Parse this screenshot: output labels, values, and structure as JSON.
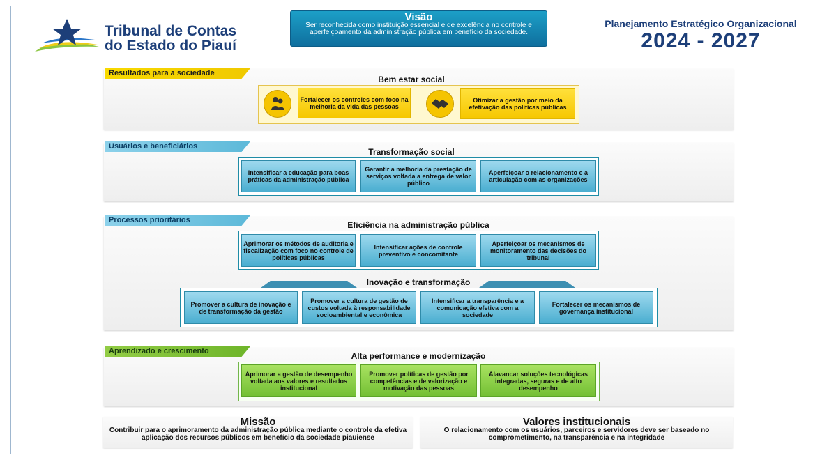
{
  "header": {
    "org_line1": "Tribunal de Contas",
    "org_line2": "do Estado do Piauí",
    "vision_title": "Visão",
    "vision_text": "Ser reconhecida como instituição essencial e de excelência no controle e aperfeiçoamento da administração pública em benefício da sociedade.",
    "plan_title": "Planejamento Estratégico Organizacional",
    "plan_years": "2024 - 2027"
  },
  "sections": {
    "results": {
      "label": "Resultados para a sociedade",
      "title": "Bem estar social",
      "items": [
        "Fortalecer os controles com foco na melhoria da vida das pessoas",
        "Otimizar a gestão por meio da efetivação das políticas públicas"
      ]
    },
    "users": {
      "label": "Usuários e beneficiários",
      "title": "Transformação social",
      "items": [
        "Intensificar a educação para boas práticas da administração pública",
        "Garantir a melhoria da prestação de serviços voltada a entrega de valor público",
        "Aperfeiçoar o relacionamento e a articulação com as organizações"
      ]
    },
    "processes": {
      "label": "Processos prioritários",
      "title": "Eficiência na administração pública",
      "items": [
        "Aprimorar os métodos de auditoria e fiscalização com foco no controle de políticas públicas",
        "Intensificar ações de controle preventivo e concomitante",
        "Aperfeiçoar os mecanismos de monitoramento das decisões do tribunal"
      ],
      "innovation_title": "Inovação e transformação",
      "innovation_items": [
        "Promover a cultura de inovação e de transformação da gestão",
        "Promover a cultura de gestão de custos voltada à responsabilidade socioambiental e econômica",
        "Intensificar a transparência e a comunicação efetiva com a sociedade",
        "Fortalecer os mecanismos de governança institucional"
      ]
    },
    "learning": {
      "label": "Aprendizado e crescimento",
      "title": "Alta performance e modernização",
      "items": [
        "Aprimorar a gestão de desempenho voltada aos valores e resultados institucional",
        "Promover políticas de gestão por competências e de valorização e motivação das pessoas",
        "Alavancar soluções tecnológicas integradas, seguras e de alto desempenho"
      ]
    }
  },
  "footer": {
    "mission_title": "Missão",
    "mission_text": "Contribuir para o aprimoramento da administração pública mediante o controle da efetiva aplicação dos recursos públicos em benefício da sociedade piauiense",
    "values_title": "Valores institucionais",
    "values_text": "O relacionamento com os usuários, parceiros e servidores deve ser baseado no comprometimento, na transparência e na integridade"
  },
  "colors": {
    "navy": "#1d3f79",
    "yellow": "#f6c700",
    "blue": "#4aaed0",
    "green": "#73bf33"
  }
}
